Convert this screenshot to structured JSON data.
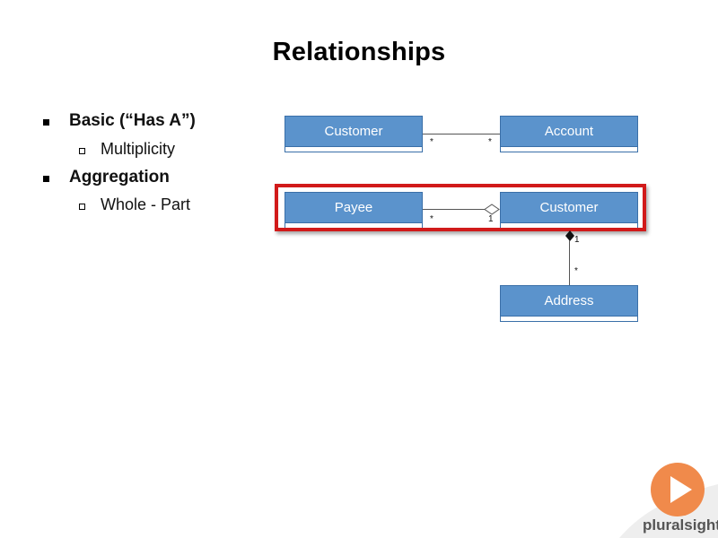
{
  "slide": {
    "title": "Relationships"
  },
  "bullets": [
    {
      "text": "Basic (“Has A”)",
      "children": [
        {
          "text": "Multiplicity"
        }
      ]
    },
    {
      "text": "Aggregation",
      "children": [
        {
          "text": "Whole - Part"
        }
      ]
    }
  ],
  "diagram": {
    "classes": {
      "customer_top": "Customer",
      "account": "Account",
      "payee": "Payee",
      "customer_mid": "Customer",
      "address": "Address"
    },
    "multiplicities": {
      "cust_acc_left": "*",
      "cust_acc_right": "*",
      "payee_cust_left": "*",
      "payee_cust_right": "1",
      "cust_addr_top": "1",
      "cust_addr_bottom": "*"
    }
  },
  "brand": {
    "name": "pluralsight",
    "accent": "#f08a4b"
  }
}
